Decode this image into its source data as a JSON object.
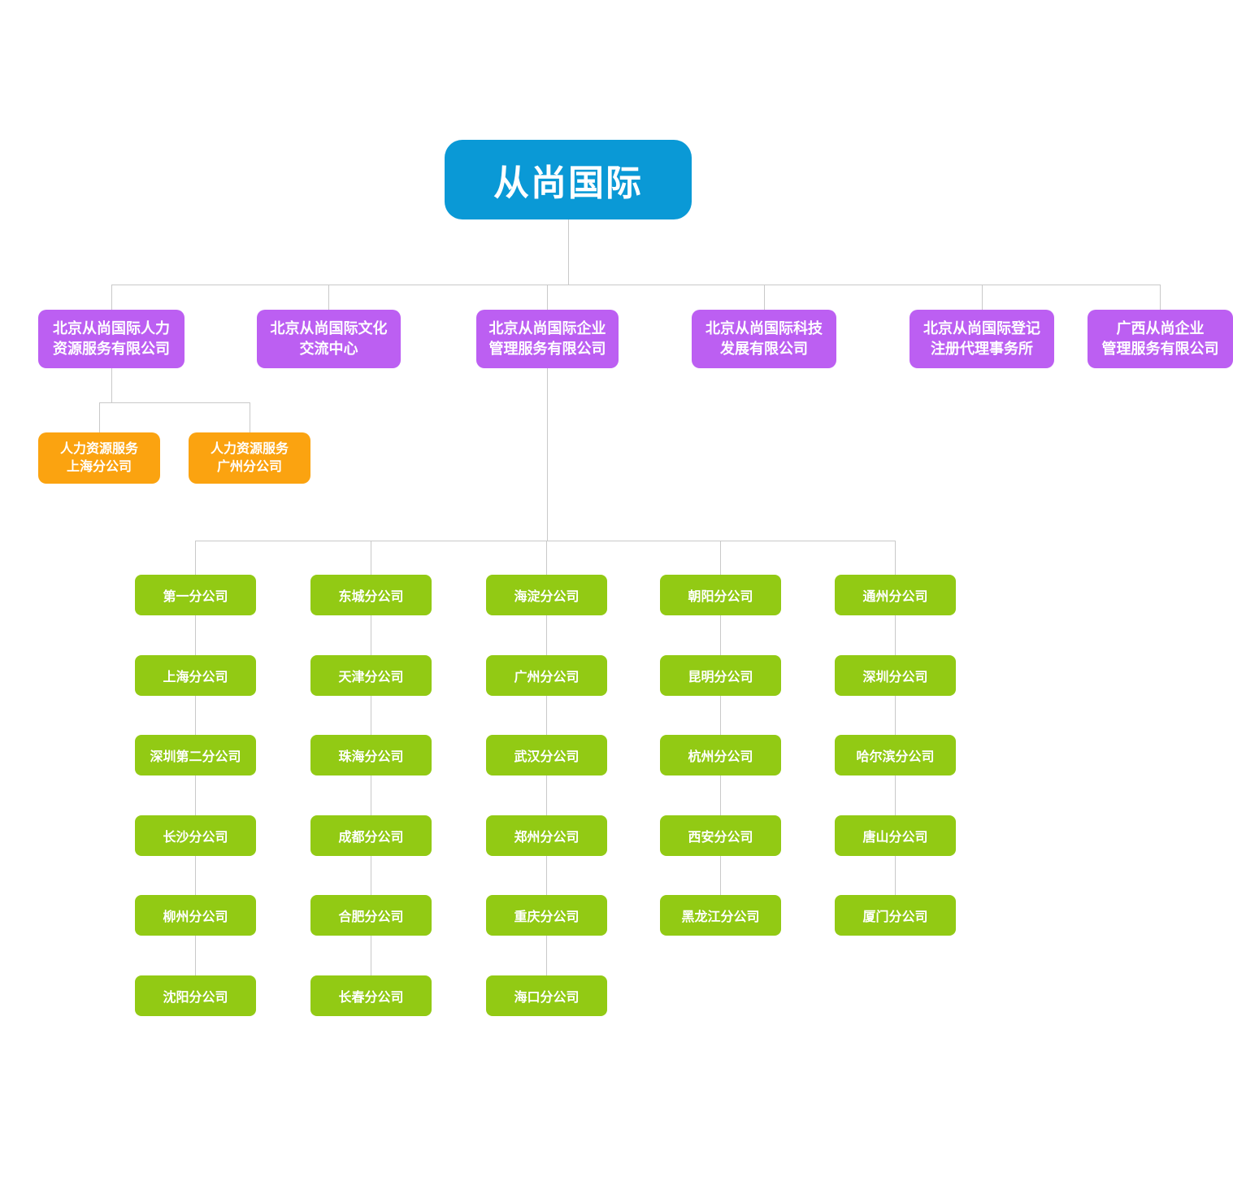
{
  "colors": {
    "root_box": "#0a99d6",
    "level2_box": "#bc5ff2",
    "hr_branch_box": "#fba310",
    "subsidiary_box": "#92ca14",
    "connector": "#c9c9c9",
    "text": "#ffffff",
    "background": "#ffffff"
  },
  "root": {
    "label": "从尚国际"
  },
  "level2": [
    {
      "label": "北京从尚国际人力\n资源服务有限公司"
    },
    {
      "label": "北京从尚国际文化\n交流中心"
    },
    {
      "label": "北京从尚国际企业\n管理服务有限公司"
    },
    {
      "label": "北京从尚国际科技\n发展有限公司"
    },
    {
      "label": "北京从尚国际登记\n注册代理事务所"
    },
    {
      "label": "广西从尚企业\n管理服务有限公司"
    }
  ],
  "hr_branches": [
    {
      "label": "人力资源服务\n上海分公司"
    },
    {
      "label": "人力资源服务\n广州分公司"
    }
  ],
  "branch_columns": [
    {
      "items": [
        "第一分公司",
        "上海分公司",
        "深圳第二分公司",
        "长沙分公司",
        "柳州分公司",
        "沈阳分公司"
      ]
    },
    {
      "items": [
        "东城分公司",
        "天津分公司",
        "珠海分公司",
        "成都分公司",
        "合肥分公司",
        "长春分公司"
      ]
    },
    {
      "items": [
        "海淀分公司",
        "广州分公司",
        "武汉分公司",
        "郑州分公司",
        "重庆分公司",
        "海口分公司"
      ]
    },
    {
      "items": [
        "朝阳分公司",
        "昆明分公司",
        "杭州分公司",
        "西安分公司",
        "黑龙江分公司"
      ]
    },
    {
      "items": [
        "通州分公司",
        "深圳分公司",
        "哈尔滨分公司",
        "唐山分公司",
        "厦门分公司"
      ]
    }
  ]
}
